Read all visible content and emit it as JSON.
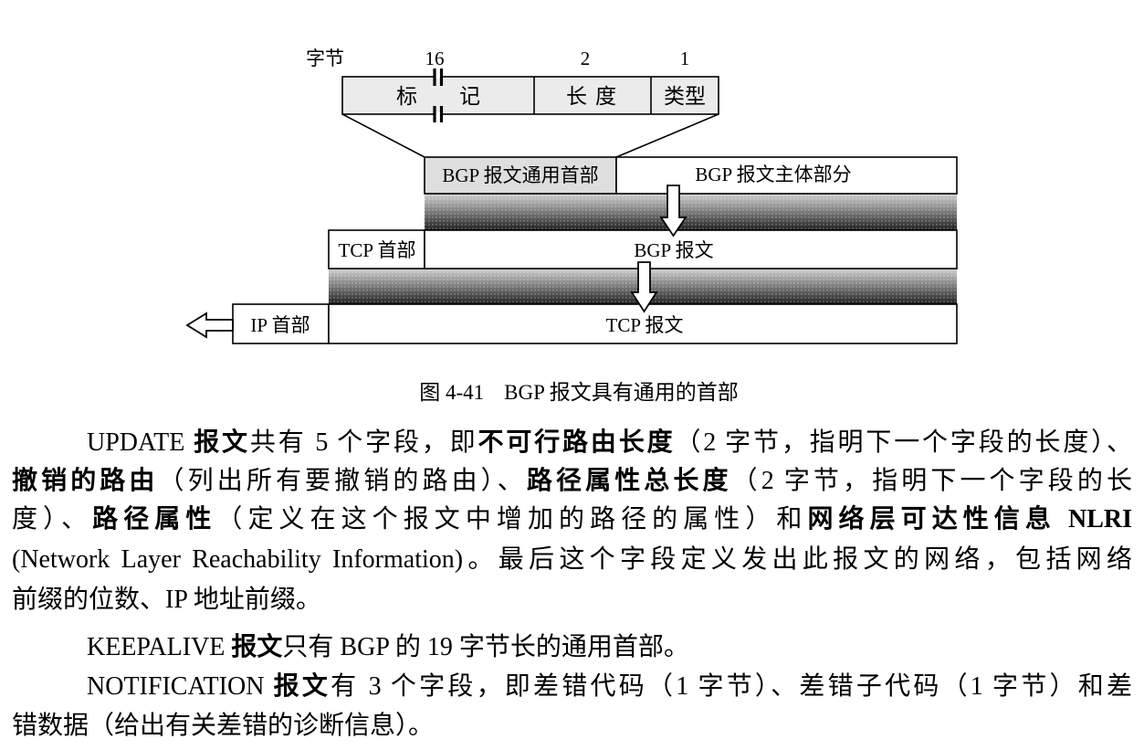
{
  "figure": {
    "byte_label": "字节",
    "field_sizes": {
      "marker": "16",
      "length": "2",
      "type": "1"
    },
    "header_fields": {
      "marker": "标 记",
      "length": "长 度",
      "type": "类型"
    },
    "rows": {
      "bgp": {
        "header": "BGP 报文通用首部",
        "body": "BGP 报文主体部分"
      },
      "tcp": {
        "header": "TCP 首部",
        "body": "BGP 报文"
      },
      "ip": {
        "header": "IP 首部",
        "body": "TCP 报文"
      }
    },
    "caption": {
      "number": "图 4-41",
      "title": "BGP 报文具有通用的首部"
    }
  },
  "body": {
    "update": {
      "l1": [
        "UPDATE ",
        "报文",
        "共有 5 个字段，即",
        "不可行路由长度",
        "（2 字节，指明下一个字段的长度）、"
      ],
      "l2": [
        "撤销的路由",
        "（列出所有要撤销的路由）、",
        "路径属性总长度",
        "（2 字节，指明下一个字段的长"
      ],
      "l3": [
        "度）、",
        "路径属性",
        "（定义在这个报文中增加的路径的属性）和",
        "网络层可达性信息 NLRI"
      ],
      "l4": [
        "(Network Layer Reachability Information)。最后这个字段定义发出此报文的网络，包括网络"
      ],
      "l5": [
        "前缀的位数、IP 地址前缀。"
      ]
    },
    "keepalive": {
      "l1": [
        "KEEPALIVE ",
        "报文",
        "只有 BGP 的 19 字节长的通用首部。"
      ]
    },
    "notification": {
      "l1": [
        "NOTIFICATION ",
        "报文",
        "有 3 个字段，即差错代码（1 字节）、差错子代码（1 字节）和差"
      ],
      "l2": [
        "错数据（给出有关差错的诊断信息）。"
      ]
    }
  }
}
